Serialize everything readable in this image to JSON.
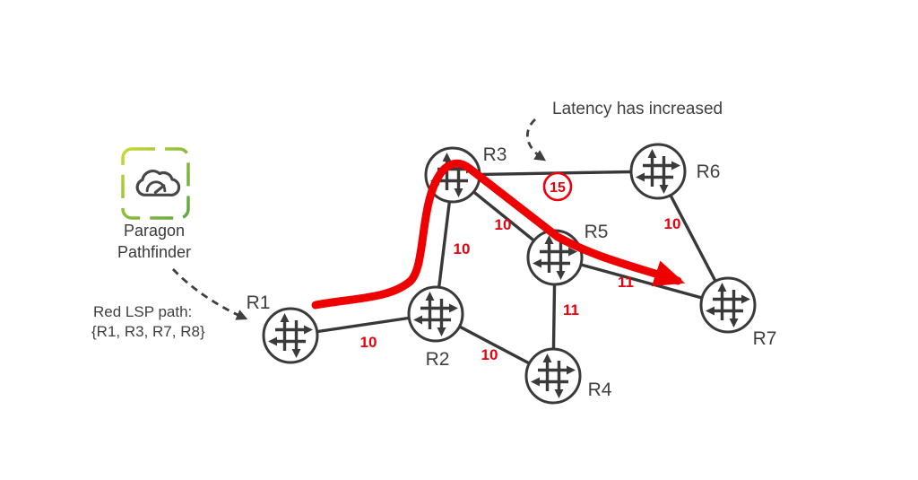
{
  "diagram_title": "Paragon Pathfinder LSP network topology",
  "colors": {
    "ink": "#3f3f3f",
    "link_line": "#383838",
    "red": "#e8000d",
    "lsp_red": "#ee0000",
    "icon_green_light": "#c9da31",
    "icon_green_dark": "#62a744"
  },
  "controller": {
    "icon": "cloud-gauge-icon",
    "name_line1": "Paragon",
    "name_line2": "Pathfinder"
  },
  "annotations": {
    "latency": "Latency has increased",
    "lsp_label": "Red LSP path:",
    "lsp_route": "{R1, R3, R7, R8}"
  },
  "nodes": {
    "r1": {
      "label": "R1"
    },
    "r2": {
      "label": "R2"
    },
    "r3": {
      "label": "R3"
    },
    "r4": {
      "label": "R4"
    },
    "r5": {
      "label": "R5"
    },
    "r6": {
      "label": "R6"
    },
    "r7": {
      "label": "R7"
    }
  },
  "links": {
    "r1_r2": {
      "from": "R1",
      "to": "R2",
      "metric": "10"
    },
    "r2_r3": {
      "from": "R2",
      "to": "R3",
      "metric": "10"
    },
    "r2_r4": {
      "from": "R2",
      "to": "R4",
      "metric": "10"
    },
    "r3_r5": {
      "from": "R3",
      "to": "R5",
      "metric": "10"
    },
    "r3_r6": {
      "from": "R3",
      "to": "R6",
      "metric": "15",
      "metric_circled": true
    },
    "r5_r4": {
      "from": "R5",
      "to": "R4",
      "metric": "11"
    },
    "r5_r7": {
      "from": "R5",
      "to": "R7",
      "metric": "11"
    },
    "r6_r7": {
      "from": "R6",
      "to": "R7",
      "metric": "10"
    }
  }
}
